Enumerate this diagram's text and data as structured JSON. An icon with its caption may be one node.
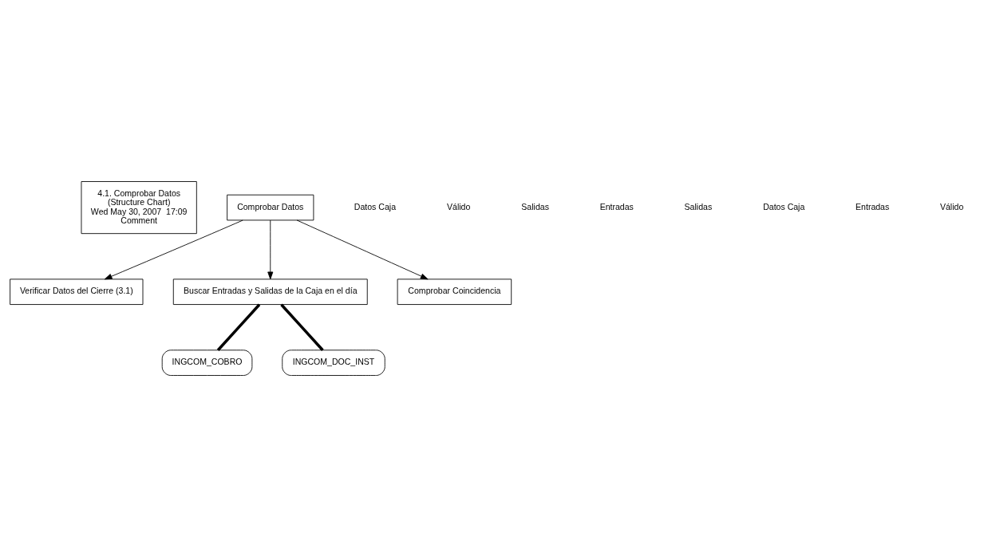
{
  "diagram": {
    "nodes": [
      {
        "text": [
          "4.1. Comprobar Datos",
          "(Structure Chart)",
          "Wed May 30, 2007  17:09",
          "Comment"
        ]
      },
      {
        "text": [
          "Comprobar Datos"
        ]
      },
      {
        "text": [
          "Verificar Datos del Cierre (3.1)"
        ]
      },
      {
        "text": [
          "Buscar Entradas y Salidas de la Caja en el día"
        ]
      },
      {
        "text": [
          "Comprobar Coincidencia"
        ]
      },
      {
        "text": [
          "INGCOM_COBRO"
        ]
      },
      {
        "text": [
          "INGCOM_DOC_INST"
        ]
      }
    ],
    "edges": [
      {
        "from": 1,
        "to": 2,
        "arrow": "to"
      },
      {
        "from": 1,
        "to": 3,
        "arrow": "to"
      },
      {
        "from": 1,
        "to": 4,
        "arrow": "to"
      },
      {
        "from": 3,
        "to": 5,
        "arrow": "none",
        "style": "thick"
      },
      {
        "from": 3,
        "to": 6,
        "arrow": "none",
        "style": "thick"
      }
    ],
    "labels": [
      "Datos Caja",
      "Válido",
      "Salidas",
      "Entradas",
      "Salidas",
      "Datos Caja",
      "Entradas",
      "Válido"
    ]
  }
}
